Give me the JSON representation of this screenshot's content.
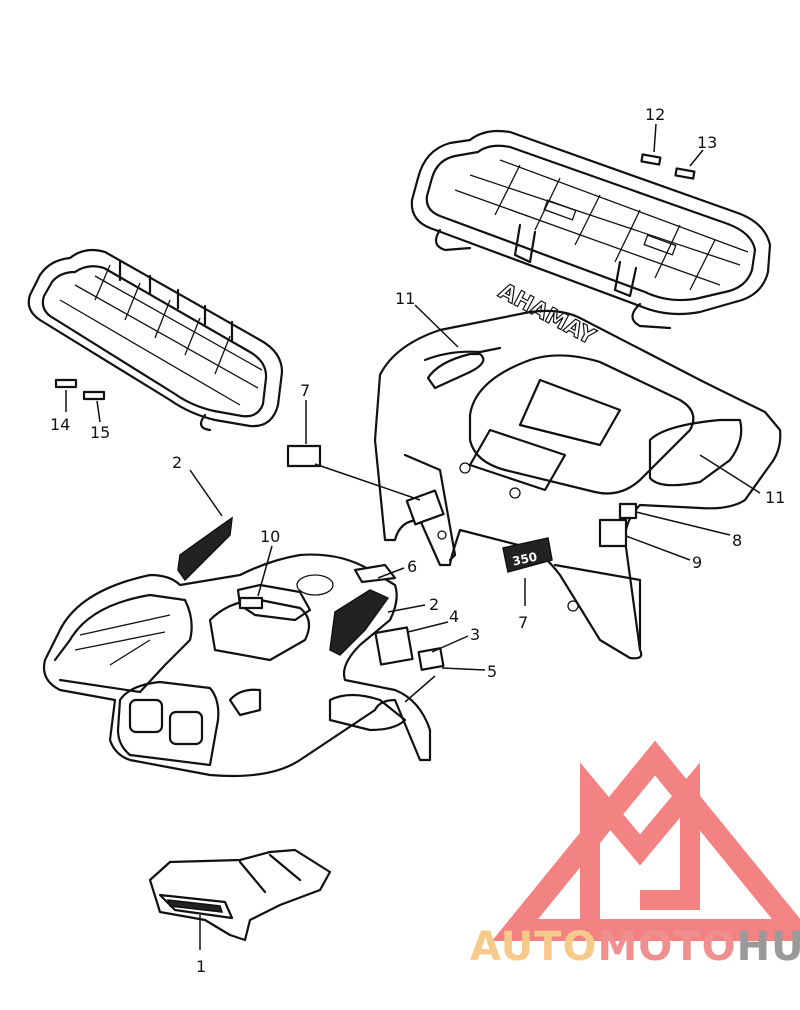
{
  "diagram": {
    "callouts": [
      "1",
      "2",
      "2",
      "3",
      "4",
      "5",
      "6",
      "7",
      "7",
      "8",
      "9",
      "10",
      "11",
      "11",
      "12",
      "13",
      "14",
      "15"
    ],
    "rear_fender_brand": "YAMAHA",
    "emblem_text": "350"
  },
  "watermark": {
    "part1": "AUTO",
    "part2": "MOTO",
    "part3": "HUB",
    "colors": {
      "auto": "#f7c98a",
      "moto": "#f08f8f",
      "hub": "#9a9a9a",
      "logo": "#f26d6d"
    }
  }
}
